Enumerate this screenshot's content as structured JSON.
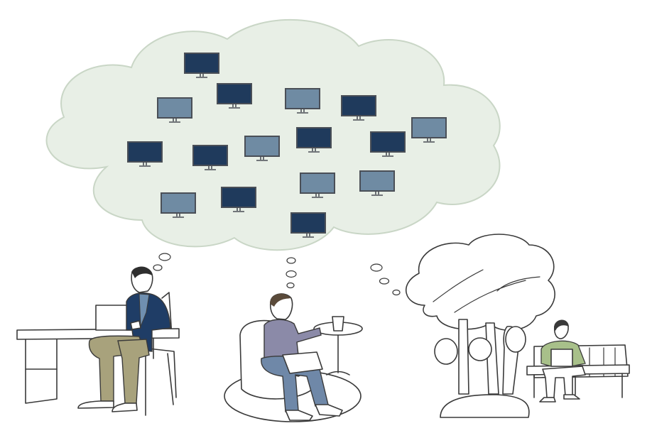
{
  "colors": {
    "cloud_fill": "#e8efe6",
    "cloud_stroke": "#c9d6c6",
    "monitor_dark": "#1f3a5c",
    "monitor_light": "#6f8ba3",
    "monitor_frame": "#4a4f57",
    "shirt_blue": "#6f8fb0",
    "shirt_purple": "#8b8aa8",
    "jeans": "#6f88a8",
    "khaki": "#a8a27c",
    "jacket_navy": "#1f3d66",
    "shirt_green": "#a8c08a",
    "skin": "#ffffff"
  },
  "icons": {
    "monitor": "monitor-icon",
    "thought_bubble": "thought-bubble-icon"
  },
  "monitors": [
    {
      "shade": "dark"
    },
    {
      "shade": "dark"
    },
    {
      "shade": "light"
    },
    {
      "shade": "light"
    },
    {
      "shade": "dark"
    },
    {
      "shade": "dark"
    },
    {
      "shade": "dark"
    },
    {
      "shade": "light"
    },
    {
      "shade": "dark"
    },
    {
      "shade": "dark"
    },
    {
      "shade": "light"
    },
    {
      "shade": "light"
    },
    {
      "shade": "light"
    },
    {
      "shade": "dark"
    },
    {
      "shade": "light"
    },
    {
      "shade": "dark"
    }
  ]
}
